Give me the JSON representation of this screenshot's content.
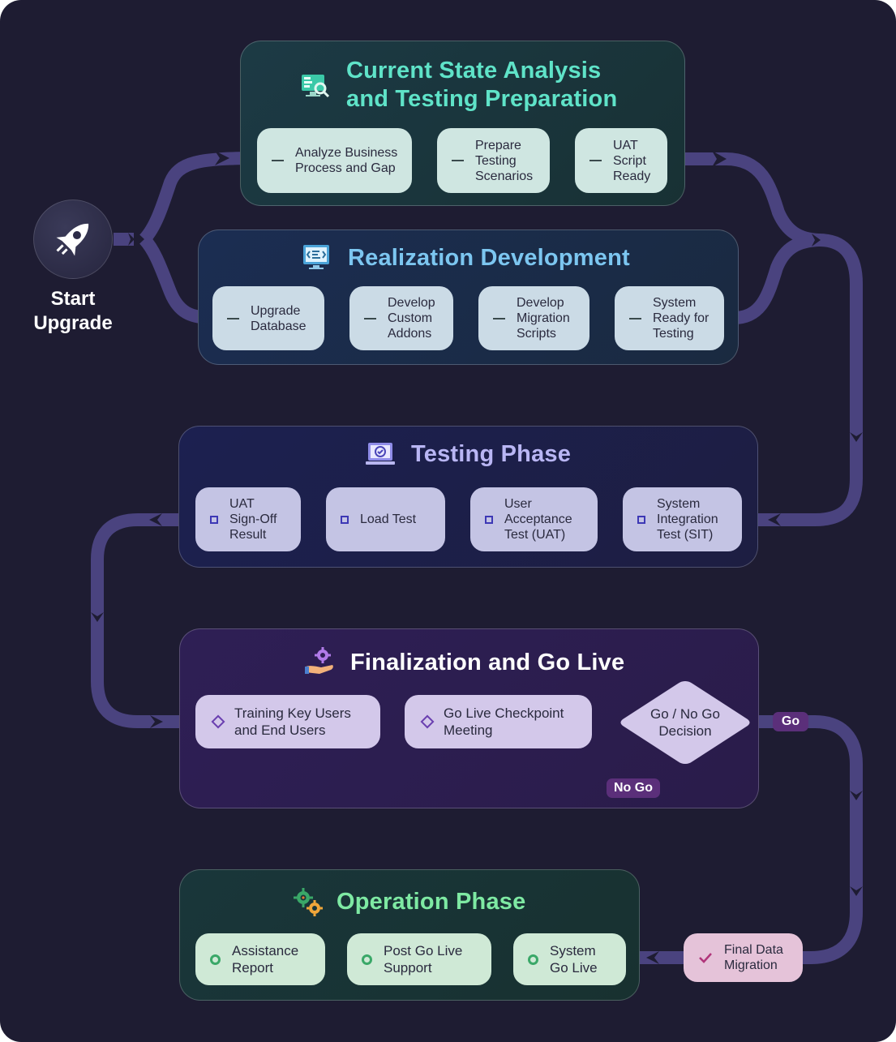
{
  "start": {
    "label": "Start\nUpgrade",
    "icon": "rocket-icon"
  },
  "phases": {
    "current_state": {
      "title": "Current State Analysis\nand Testing Preparation",
      "icon": "analysis-monitor-icon",
      "color": "#5fe3c8"
    },
    "realization": {
      "title": "Realization Development",
      "icon": "code-monitor-icon",
      "color": "#7cc6f0"
    },
    "testing": {
      "title": "Testing Phase",
      "icon": "test-laptop-icon",
      "color": "#b9b6f4"
    },
    "finalization": {
      "title": "Finalization and Go Live",
      "icon": "hand-gear-icon",
      "color": "#ffffff"
    },
    "operation": {
      "title": "Operation Phase",
      "icon": "gears-icon",
      "color": "#7ee9a3"
    }
  },
  "steps": {
    "analyze": "Analyze Business\nProcess and Gap",
    "prepare": "Prepare\nTesting\nScenarios",
    "uat_script": "UAT\nScript\nReady",
    "upgrade_db": "Upgrade\nDatabase",
    "custom_addons": "Develop\nCustom\nAddons",
    "migration_scripts": "Develop\nMigration\nScripts",
    "system_ready": "System\nReady for\nTesting",
    "uat_signoff": "UAT\nSign-Off\nResult",
    "load_test": "Load Test",
    "uat": "User\nAcceptance\nTest (UAT)",
    "sit": "System\nIntegration\nTest (SIT)",
    "training": "Training Key Users\nand End Users",
    "checkpoint": "Go Live Checkpoint\nMeeting",
    "decision": "Go / No Go\nDecision",
    "assistance": "Assistance\nReport",
    "post_support": "Post Go Live\nSupport",
    "system_live": "System\nGo Live",
    "final_migration": "Final Data\nMigration"
  },
  "badges": {
    "go": "Go",
    "no_go": "No Go"
  }
}
